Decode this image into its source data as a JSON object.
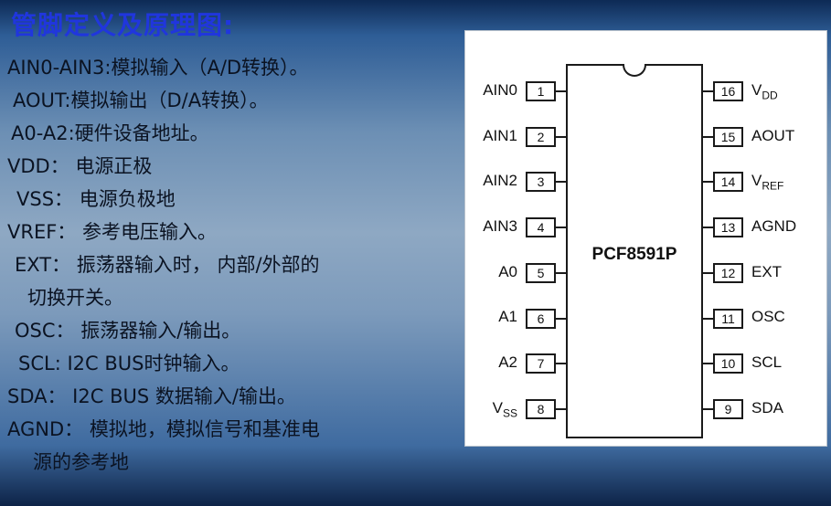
{
  "title": "管脚定义及原理图:",
  "description_lines": [
    {
      "text": "AIN0-AIN3:模拟输入（A/D转换）。"
    },
    {
      "text": "AOUT:模拟输出（D/A转换）。"
    },
    {
      "text": "A0-A2:硬件设备地址。"
    },
    {
      "text": "VDD： 电源正极"
    },
    {
      "text": "VSS： 电源负极地"
    },
    {
      "text": "VREF： 参考电压输入。"
    },
    {
      "text": "EXT： 振荡器输入时， 内部/外部的"
    },
    {
      "text": "切换开关。"
    },
    {
      "text": "OSC： 振荡器输入/输出。"
    },
    {
      "text": "SCL:  I2C BUS时钟输入。"
    },
    {
      "text": "SDA： I2C BUS 数据输入/输出。"
    },
    {
      "text": "AGND： 模拟地，模拟信号和基准电"
    },
    {
      "text": "源的参考地"
    }
  ],
  "diagram": {
    "chip_label": "PCF8591P",
    "left_pins": [
      {
        "name": "AIN0",
        "sub": "",
        "number": "1"
      },
      {
        "name": "AIN1",
        "sub": "",
        "number": "2"
      },
      {
        "name": "AIN2",
        "sub": "",
        "number": "3"
      },
      {
        "name": "AIN3",
        "sub": "",
        "number": "4"
      },
      {
        "name": "A0",
        "sub": "",
        "number": "5"
      },
      {
        "name": "A1",
        "sub": "",
        "number": "6"
      },
      {
        "name": "A2",
        "sub": "",
        "number": "7"
      },
      {
        "name": "V",
        "sub": "SS",
        "number": "8"
      }
    ],
    "right_pins": [
      {
        "number": "16",
        "name": "V",
        "sub": "DD"
      },
      {
        "number": "15",
        "name": "AOUT",
        "sub": ""
      },
      {
        "number": "14",
        "name": "V",
        "sub": "REF"
      },
      {
        "number": "13",
        "name": "AGND",
        "sub": ""
      },
      {
        "number": "12",
        "name": "EXT",
        "sub": ""
      },
      {
        "number": "11",
        "name": "OSC",
        "sub": ""
      },
      {
        "number": "10",
        "name": "SCL",
        "sub": ""
      },
      {
        "number": "9",
        "name": "SDA",
        "sub": ""
      }
    ]
  },
  "colors": {
    "background_top": "#0d2a55",
    "background_middle": "#8ea8c3",
    "title": "#2036dd",
    "body_text": "#0b1322",
    "panel_background": "#ffffff",
    "diagram_ink": "#1a1a1a"
  }
}
